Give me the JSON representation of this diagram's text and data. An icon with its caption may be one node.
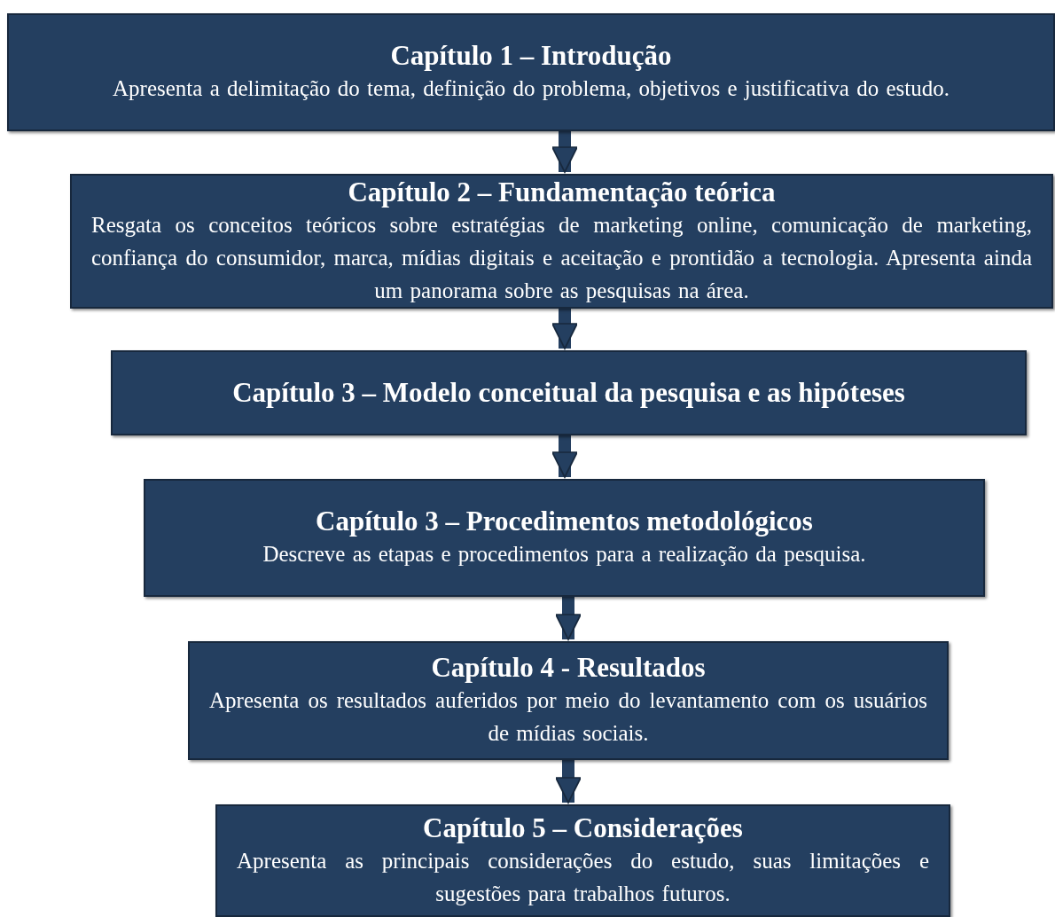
{
  "diagram": {
    "nodes": [
      {
        "text": [
          "Capítulo 1 – Introdução",
          "Apresenta a delimitação do tema, definição do problema, objetivos e justificativa do estudo."
        ]
      },
      {
        "text": [
          "Capítulo 2 – Fundamentação teórica",
          "Resgata os conceitos teóricos sobre estratégias de marketing online, comunicação de marketing, confiança do consumidor, marca, mídias digitais e aceitação e prontidão a tecnologia. Apresenta ainda um panorama sobre as pesquisas na área."
        ]
      },
      {
        "text": [
          "Capítulo 3 – Modelo conceitual da pesquisa e as hipóteses"
        ]
      },
      {
        "text": [
          "Capítulo 3 – Procedimentos metodológicos",
          "Descreve as etapas e procedimentos para a realização da pesquisa."
        ]
      },
      {
        "text": [
          "Capítulo 4 - Resultados",
          "Apresenta os resultados auferidos por meio do levantamento com os usuários de mídias sociais."
        ]
      },
      {
        "text": [
          "Capítulo 5 – Considerações",
          "Apresenta as principais considerações do estudo, suas limitações e sugestões para trabalhos futuros."
        ]
      }
    ],
    "edges": [
      {
        "from": 0,
        "to": 1,
        "arrow": "to"
      },
      {
        "from": 1,
        "to": 2,
        "arrow": "to"
      },
      {
        "from": 2,
        "to": 3,
        "arrow": "to"
      },
      {
        "from": 3,
        "to": 4,
        "arrow": "to"
      },
      {
        "from": 4,
        "to": 5,
        "arrow": "to"
      }
    ]
  }
}
